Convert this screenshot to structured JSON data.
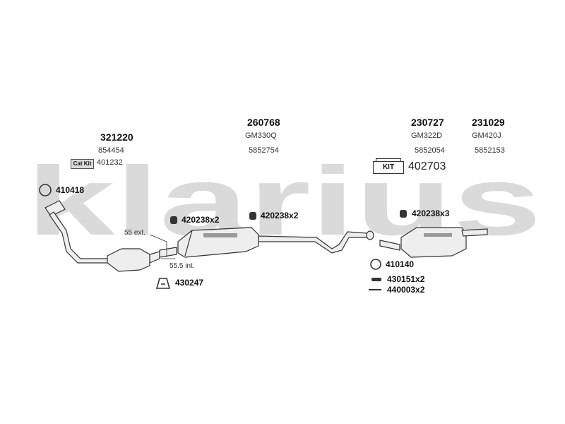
{
  "brand": {
    "watermark": "klarius",
    "watermark_color": "#d8d8d8"
  },
  "kit_labels": {
    "cat_kit": "Cat Kit",
    "kit": "KIT"
  },
  "parts": [
    {
      "number": "321220",
      "refs": [
        "854454"
      ],
      "kit_ref": "401232"
    },
    {
      "number": "260768",
      "refs": [
        "GM330Q",
        "5852754"
      ]
    },
    {
      "number": "230727",
      "refs": [
        "GM322D",
        "5852054"
      ]
    },
    {
      "number": "231029",
      "refs": [
        "GM420J",
        "5852153"
      ]
    }
  ],
  "kit_number": "402703",
  "fittings": [
    {
      "label": "410418"
    },
    {
      "label": "420238x2"
    },
    {
      "label": "420238x2"
    },
    {
      "label": "420238x3"
    },
    {
      "label": "430247"
    },
    {
      "label": "410140"
    },
    {
      "label": "430151x2"
    },
    {
      "label": "440003x2"
    }
  ],
  "measurements": {
    "ext": "55 ext.",
    "int": "55.5 int."
  },
  "colors": {
    "line": "#333333",
    "fill": "#eeeeee",
    "shade": "#999999"
  }
}
